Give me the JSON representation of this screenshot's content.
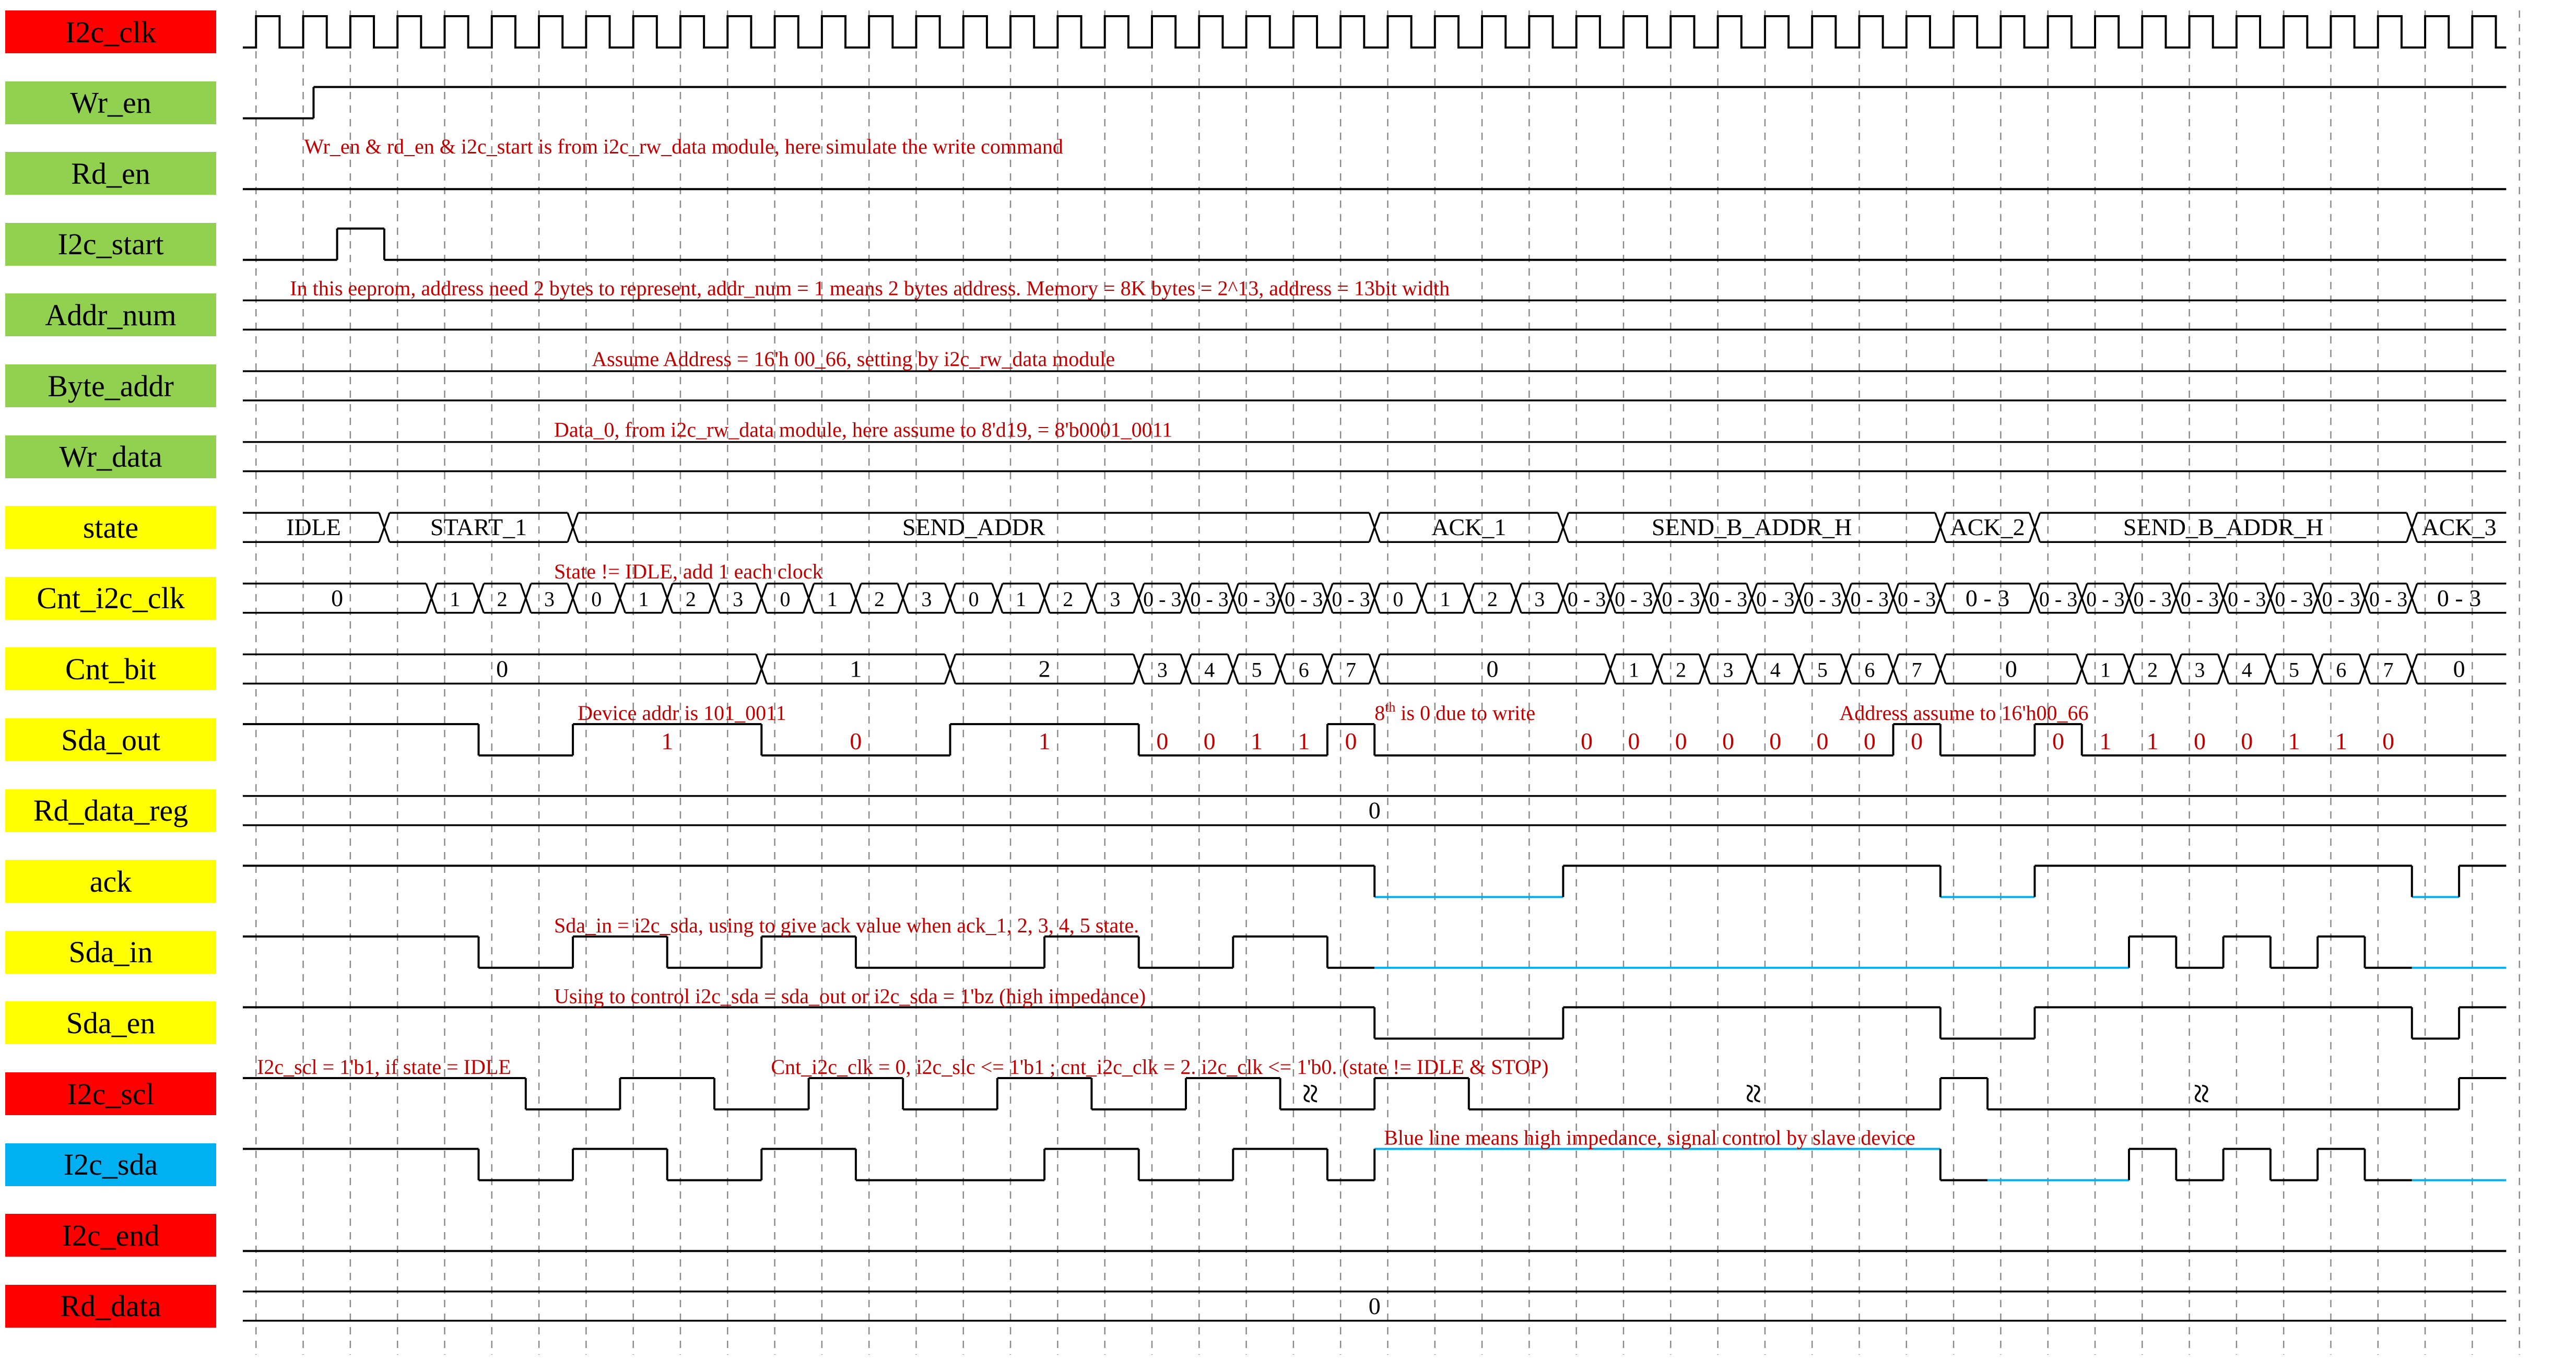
{
  "colors": {
    "red": "#ff0000",
    "green": "#92d050",
    "yellow": "#ffff00",
    "blue": "#00b0f0",
    "annotation": "#c00000",
    "wire": "#000000",
    "highz": "#00b0f0",
    "grid": "#8a8a8a"
  },
  "signals": [
    {
      "label": "I2c_clk",
      "color": "red"
    },
    {
      "label": "Wr_en",
      "color": "green"
    },
    {
      "label": "Rd_en",
      "color": "green"
    },
    {
      "label": "I2c_start",
      "color": "green"
    },
    {
      "label": "Addr_num",
      "color": "green"
    },
    {
      "label": "Byte_addr",
      "color": "green"
    },
    {
      "label": "Wr_data",
      "color": "green"
    },
    {
      "label": "state",
      "color": "yellow"
    },
    {
      "label": "Cnt_i2c_clk",
      "color": "yellow"
    },
    {
      "label": "Cnt_bit",
      "color": "yellow"
    },
    {
      "label": "Sda_out",
      "color": "yellow"
    },
    {
      "label": "Rd_data_reg",
      "color": "yellow"
    },
    {
      "label": "ack",
      "color": "yellow"
    },
    {
      "label": "Sda_in",
      "color": "yellow"
    },
    {
      "label": "Sda_en",
      "color": "yellow"
    },
    {
      "label": "I2c_scl",
      "color": "red"
    },
    {
      "label": "I2c_sda",
      "color": "blue"
    },
    {
      "label": "I2c_end",
      "color": "red"
    },
    {
      "label": "Rd_data",
      "color": "red"
    }
  ],
  "clock_periods": 48,
  "timing": {
    "Wr_en": [
      [
        0,
        0
      ],
      [
        1.5,
        1
      ]
    ],
    "Rd_en": [
      [
        0,
        0
      ]
    ],
    "I2c_start": [
      [
        0,
        0
      ],
      [
        2,
        1
      ],
      [
        3,
        0
      ]
    ],
    "ack": [
      [
        0,
        1
      ],
      [
        24,
        0,
        "z"
      ],
      [
        28,
        1
      ],
      [
        36,
        0,
        "z"
      ],
      [
        38,
        1
      ],
      [
        46,
        0,
        "z"
      ],
      [
        47,
        1
      ]
    ],
    "Sda_in": [
      [
        0,
        1
      ],
      [
        5,
        0
      ],
      [
        7,
        1
      ],
      [
        9,
        0
      ],
      [
        11,
        1
      ],
      [
        13,
        0
      ],
      [
        17,
        1
      ],
      [
        19,
        0
      ],
      [
        21,
        1
      ],
      [
        23,
        0
      ],
      [
        24,
        0,
        "z"
      ],
      [
        40,
        1
      ],
      [
        41,
        0
      ],
      [
        42,
        1
      ],
      [
        43,
        0
      ],
      [
        44,
        1
      ],
      [
        45,
        0
      ],
      [
        46,
        0,
        "z"
      ]
    ],
    "Sda_en": [
      [
        0,
        1
      ],
      [
        24,
        0
      ],
      [
        28,
        1
      ],
      [
        36,
        0
      ],
      [
        38,
        1
      ],
      [
        46,
        0
      ],
      [
        47,
        1
      ]
    ],
    "I2c_scl": [
      [
        0,
        1
      ],
      [
        6,
        0
      ],
      [
        8,
        1
      ],
      [
        10,
        0
      ],
      [
        12,
        1
      ],
      [
        14,
        0
      ],
      [
        16,
        1
      ],
      [
        18,
        0
      ],
      [
        20,
        1
      ],
      [
        22,
        0
      ],
      [
        24,
        1
      ],
      [
        26,
        0
      ],
      [
        36,
        1
      ],
      [
        37,
        0
      ],
      [
        47,
        1
      ]
    ],
    "I2c_sda": [
      [
        0,
        1
      ],
      [
        5,
        0
      ],
      [
        7,
        1
      ],
      [
        9,
        0
      ],
      [
        11,
        1
      ],
      [
        13,
        0
      ],
      [
        17,
        1
      ],
      [
        19,
        0
      ],
      [
        21,
        1
      ],
      [
        23,
        0
      ],
      [
        24,
        1,
        "z"
      ],
      [
        36,
        0
      ],
      [
        37,
        0,
        "z"
      ],
      [
        40,
        1
      ],
      [
        41,
        0
      ],
      [
        42,
        1
      ],
      [
        43,
        0
      ],
      [
        44,
        1
      ],
      [
        45,
        0
      ],
      [
        46,
        0,
        "z"
      ]
    ],
    "I2c_end": [
      [
        0,
        0
      ]
    ],
    "Sda_out": [
      [
        0,
        1
      ],
      [
        5,
        0
      ],
      [
        7,
        1
      ],
      [
        11,
        0
      ],
      [
        15,
        1
      ],
      [
        19,
        0
      ],
      [
        23,
        1
      ],
      [
        24,
        0
      ],
      [
        35,
        1
      ],
      [
        36,
        0
      ],
      [
        38,
        1
      ],
      [
        39,
        0
      ]
    ]
  },
  "buses": {
    "Addr_num": [
      {
        "from": 0,
        "to": 48,
        "text": ""
      }
    ],
    "Byte_addr": [
      {
        "from": 0,
        "to": 48,
        "text": ""
      }
    ],
    "Wr_data": [
      {
        "from": 0,
        "to": 48,
        "text": ""
      }
    ],
    "state": [
      {
        "from": 0,
        "to": 3,
        "text": "IDLE"
      },
      {
        "from": 3,
        "to": 7,
        "text": "START_1"
      },
      {
        "from": 7,
        "to": 24,
        "text": "SEND_ADDR"
      },
      {
        "from": 24,
        "to": 28,
        "text": "ACK_1"
      },
      {
        "from": 28,
        "to": 36,
        "text": "SEND_B_ADDR_H"
      },
      {
        "from": 36,
        "to": 38,
        "text": "ACK_2"
      },
      {
        "from": 38,
        "to": 46,
        "text": "SEND_B_ADDR_H"
      },
      {
        "from": 46,
        "to": 48,
        "text": "ACK_3"
      }
    ],
    "Cnt_i2c_clk": [
      {
        "from": 0,
        "to": 4,
        "text": "0"
      },
      {
        "from": 4,
        "to": 5,
        "text": "1"
      },
      {
        "from": 5,
        "to": 6,
        "text": "2"
      },
      {
        "from": 6,
        "to": 7,
        "text": "3"
      },
      {
        "from": 7,
        "to": 8,
        "text": "0"
      },
      {
        "from": 8,
        "to": 9,
        "text": "1"
      },
      {
        "from": 9,
        "to": 10,
        "text": "2"
      },
      {
        "from": 10,
        "to": 11,
        "text": "3"
      },
      {
        "from": 11,
        "to": 12,
        "text": "0"
      },
      {
        "from": 12,
        "to": 13,
        "text": "1"
      },
      {
        "from": 13,
        "to": 14,
        "text": "2"
      },
      {
        "from": 14,
        "to": 15,
        "text": "3"
      },
      {
        "from": 15,
        "to": 16,
        "text": "0"
      },
      {
        "from": 16,
        "to": 17,
        "text": "1"
      },
      {
        "from": 17,
        "to": 18,
        "text": "2"
      },
      {
        "from": 18,
        "to": 19,
        "text": "3"
      },
      {
        "from": 19,
        "to": 20,
        "text": "0 - 3"
      },
      {
        "from": 20,
        "to": 21,
        "text": "0 - 3"
      },
      {
        "from": 21,
        "to": 22,
        "text": "0 - 3"
      },
      {
        "from": 22,
        "to": 23,
        "text": "0 - 3"
      },
      {
        "from": 23,
        "to": 24,
        "text": "0 - 3"
      },
      {
        "from": 24,
        "to": 25,
        "text": "0"
      },
      {
        "from": 25,
        "to": 26,
        "text": "1"
      },
      {
        "from": 26,
        "to": 27,
        "text": "2"
      },
      {
        "from": 27,
        "to": 28,
        "text": "3"
      },
      {
        "from": 28,
        "to": 29,
        "text": "0 - 3"
      },
      {
        "from": 29,
        "to": 30,
        "text": "0 - 3"
      },
      {
        "from": 30,
        "to": 31,
        "text": "0 - 3"
      },
      {
        "from": 31,
        "to": 32,
        "text": "0 - 3"
      },
      {
        "from": 32,
        "to": 33,
        "text": "0 - 3"
      },
      {
        "from": 33,
        "to": 34,
        "text": "0 - 3"
      },
      {
        "from": 34,
        "to": 35,
        "text": "0 - 3"
      },
      {
        "from": 35,
        "to": 36,
        "text": "0 - 3"
      },
      {
        "from": 36,
        "to": 38,
        "text": "0 - 3"
      },
      {
        "from": 38,
        "to": 39,
        "text": "0 - 3"
      },
      {
        "from": 39,
        "to": 40,
        "text": "0 - 3"
      },
      {
        "from": 40,
        "to": 41,
        "text": "0 - 3"
      },
      {
        "from": 41,
        "to": 42,
        "text": "0 - 3"
      },
      {
        "from": 42,
        "to": 43,
        "text": "0 - 3"
      },
      {
        "from": 43,
        "to": 44,
        "text": "0 - 3"
      },
      {
        "from": 44,
        "to": 45,
        "text": "0 - 3"
      },
      {
        "from": 45,
        "to": 46,
        "text": "0 - 3"
      },
      {
        "from": 46,
        "to": 48,
        "text": "0 - 3"
      }
    ],
    "Cnt_bit": [
      {
        "from": 0,
        "to": 11,
        "text": "0"
      },
      {
        "from": 11,
        "to": 15,
        "text": "1"
      },
      {
        "from": 15,
        "to": 19,
        "text": "2"
      },
      {
        "from": 19,
        "to": 20,
        "text": "3"
      },
      {
        "from": 20,
        "to": 21,
        "text": "4"
      },
      {
        "from": 21,
        "to": 22,
        "text": "5"
      },
      {
        "from": 22,
        "to": 23,
        "text": "6"
      },
      {
        "from": 23,
        "to": 24,
        "text": "7"
      },
      {
        "from": 24,
        "to": 29,
        "text": "0"
      },
      {
        "from": 29,
        "to": 30,
        "text": "1"
      },
      {
        "from": 30,
        "to": 31,
        "text": "2"
      },
      {
        "from": 31,
        "to": 32,
        "text": "3"
      },
      {
        "from": 32,
        "to": 33,
        "text": "4"
      },
      {
        "from": 33,
        "to": 34,
        "text": "5"
      },
      {
        "from": 34,
        "to": 35,
        "text": "6"
      },
      {
        "from": 35,
        "to": 36,
        "text": "7"
      },
      {
        "from": 36,
        "to": 39,
        "text": "0"
      },
      {
        "from": 39,
        "to": 40,
        "text": "1"
      },
      {
        "from": 40,
        "to": 41,
        "text": "2"
      },
      {
        "from": 41,
        "to": 42,
        "text": "3"
      },
      {
        "from": 42,
        "to": 43,
        "text": "4"
      },
      {
        "from": 43,
        "to": 44,
        "text": "5"
      },
      {
        "from": 44,
        "to": 45,
        "text": "6"
      },
      {
        "from": 45,
        "to": 46,
        "text": "7"
      },
      {
        "from": 46,
        "to": 48,
        "text": "0"
      }
    ],
    "Rd_data_reg": [
      {
        "from": 0,
        "to": 48,
        "text": "0"
      }
    ],
    "Rd_data": [
      {
        "from": 0,
        "to": 48,
        "text": "0"
      }
    ]
  },
  "sda_bits": [
    {
      "at": 9,
      "text": "1"
    },
    {
      "at": 13,
      "text": "0"
    },
    {
      "at": 17,
      "text": "1"
    },
    {
      "at": 19.5,
      "text": "0"
    },
    {
      "at": 20.5,
      "text": "0"
    },
    {
      "at": 21.5,
      "text": "1"
    },
    {
      "at": 22.5,
      "text": "1"
    },
    {
      "at": 23.5,
      "text": "0"
    },
    {
      "at": 28.5,
      "text": "0"
    },
    {
      "at": 29.5,
      "text": "0"
    },
    {
      "at": 30.5,
      "text": "0"
    },
    {
      "at": 31.5,
      "text": "0"
    },
    {
      "at": 32.5,
      "text": "0"
    },
    {
      "at": 33.5,
      "text": "0"
    },
    {
      "at": 34.5,
      "text": "0"
    },
    {
      "at": 35.5,
      "text": "0"
    },
    {
      "at": 38.5,
      "text": "0"
    },
    {
      "at": 39.5,
      "text": "1"
    },
    {
      "at": 40.5,
      "text": "1"
    },
    {
      "at": 41.5,
      "text": "0"
    },
    {
      "at": 42.5,
      "text": "0"
    },
    {
      "at": 43.5,
      "text": "1"
    },
    {
      "at": 44.5,
      "text": "1"
    },
    {
      "at": 45.5,
      "text": "0"
    }
  ],
  "annotations": [
    {
      "row": "Rd_en",
      "at": 1.3,
      "text": "Wr_en & rd_en & i2c_start is from i2c_rw_data module, here simulate the write command"
    },
    {
      "row": "Addr_num",
      "at": 1.0,
      "text": "In this eeprom, address need 2 bytes to represent, addr_num = 1 means 2 bytes address. Memory = 8K bytes = 2^13, address = 13bit width"
    },
    {
      "row": "Byte_addr",
      "at": 7.4,
      "text": "Assume Address = 16'h 00_66, setting by i2c_rw_data module"
    },
    {
      "row": "Wr_data",
      "at": 6.6,
      "text": "Data_0, from i2c_rw_data module, here assume to 8'd19, = 8'b0001_0011"
    },
    {
      "row": "Cnt_i2c_clk",
      "at": 6.6,
      "text": "State != IDLE, add 1 each clock"
    },
    {
      "row": "Sda_out",
      "at": 7.1,
      "text": "Device addr is 101_0011"
    },
    {
      "row": "Sda_out",
      "at": 36.5,
      "text": "Address assume to 16'h00_66",
      "anchor": "middle"
    },
    {
      "row": "Sda_in",
      "at": 6.6,
      "text": "Sda_in = i2c_sda, using to give ack value when ack_1, 2, 3, 4, 5 state."
    },
    {
      "row": "Sda_en",
      "at": 6.6,
      "text": "Using to control i2c_sda = sda_out or i2c_sda = 1'bz (high impedance)"
    },
    {
      "row": "I2c_scl",
      "at": 0.3,
      "text": "I2c_scl = 1'b1, if state = IDLE"
    },
    {
      "row": "I2c_scl",
      "at": 11.2,
      "text": "Cnt_i2c_clk = 0, i2c_slc <= 1'b1 ; cnt_i2c_clk = 2. i2c_clk <= 1'b0. (state != IDLE & STOP)"
    },
    {
      "row": "I2c_sda",
      "at": 24.2,
      "text": "Blue line means high impedance, signal control by slave device"
    }
  ],
  "eighth_note": {
    "row": "Sda_out",
    "at": 24.0,
    "base": "8",
    "sup": "th",
    "rest": " is 0 due to write"
  },
  "scl_breaks": [
    {
      "at": 22.6,
      "text": "≈"
    },
    {
      "at": 32.0,
      "text": "≈"
    },
    {
      "at": 41.5,
      "text": "≈"
    }
  ]
}
